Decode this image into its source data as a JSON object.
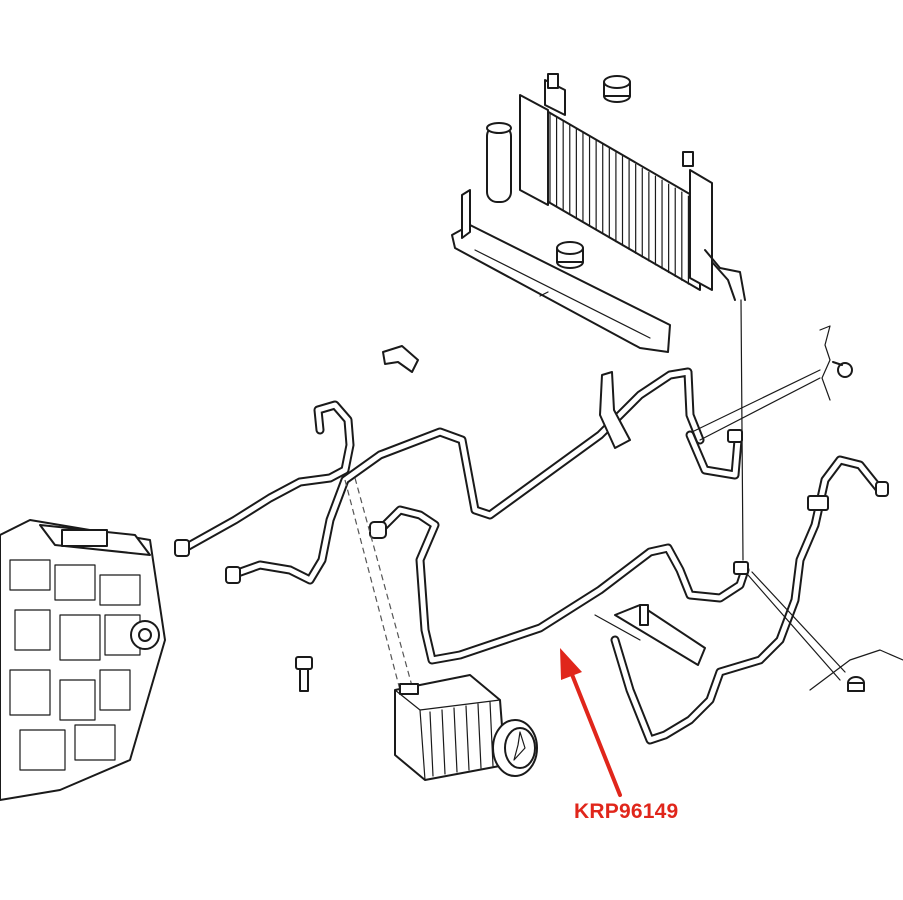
{
  "callout": {
    "part_number": "KRP96149",
    "color": "#e0261b"
  },
  "parts": [
    {
      "name": "condenser",
      "icon": "condenser-icon"
    },
    {
      "name": "receiver-drier",
      "icon": "cylinder-icon"
    },
    {
      "name": "rubber-mounts",
      "icon": "grommet-icon"
    },
    {
      "name": "support-bracket",
      "icon": "bracket-icon"
    },
    {
      "name": "heater-hvac-unit",
      "icon": "hvac-box-icon"
    },
    {
      "name": "ac-compressor",
      "icon": "compressor-icon"
    },
    {
      "name": "refrigerant-hoses",
      "icon": "hose-icon"
    },
    {
      "name": "bolts",
      "icon": "bolt-icon"
    }
  ]
}
